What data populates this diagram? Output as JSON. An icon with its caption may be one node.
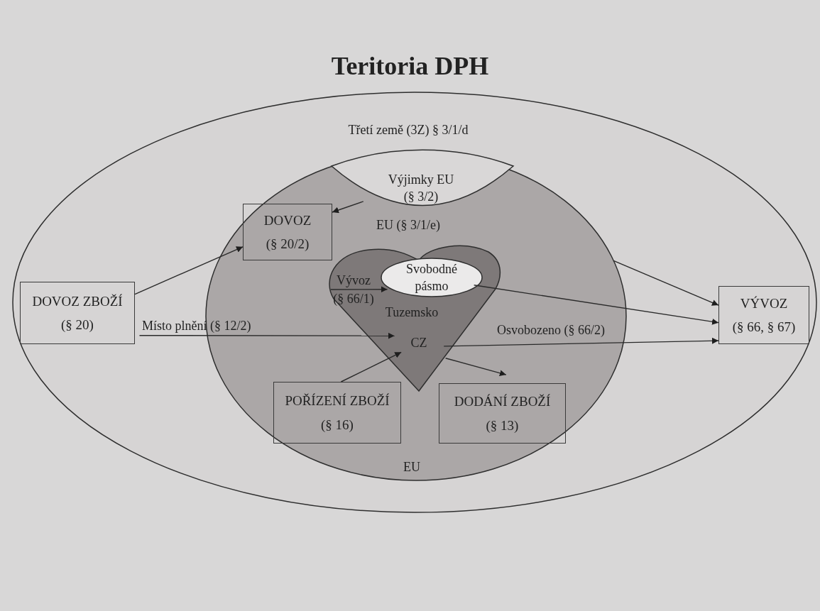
{
  "diagram": {
    "title": "Teritoria DPH",
    "nodes": [
      {
        "text": [
          "Třetí země (3Z) § 3/1/d"
        ]
      },
      {
        "text": [
          "EU (§ 3/1/e)",
          "EU"
        ],
        "in": 0
      },
      {
        "text": [
          "Výjimky EU (§ 3/2)"
        ],
        "in": 1
      },
      {
        "text": [
          "DOVOZ",
          "(§ 20/2)"
        ],
        "in": 1
      },
      {
        "text": [
          "Tuzemsko",
          "CZ"
        ],
        "in": 1
      },
      {
        "text": [
          "Svobodné pásmo"
        ],
        "in": 4
      },
      {
        "text": [
          "DOVOZ ZBOŽÍ",
          "(§ 20)"
        ],
        "in": 0
      },
      {
        "text": [
          "VÝVOZ",
          "(§ 66, § 67)"
        ],
        "in": 0
      },
      {
        "text": [
          "POŘÍZENÍ ZBOŽÍ",
          "(§ 16)"
        ],
        "in": 1
      },
      {
        "text": [
          "DODÁNÍ ZBOŽÍ",
          "(§ 13)"
        ],
        "in": 1
      }
    ],
    "edges": [
      {
        "from": 2,
        "to": 3,
        "arrow": "to"
      },
      {
        "from": 6,
        "to": 3,
        "arrow": "to"
      },
      {
        "from": 6,
        "to": 4,
        "arrow": "to",
        "label": "Místo plnění (§ 12/2)"
      },
      {
        "from": null,
        "to": 5,
        "arrow": "to",
        "label": "Vývoz (§ 66/1)"
      },
      {
        "from": 8,
        "to": 4,
        "arrow": "to"
      },
      {
        "from": 4,
        "to": 9,
        "arrow": "to"
      },
      {
        "from": 4,
        "to": 7,
        "arrow": "to",
        "label": "Osvobozeno (§ 66/2)"
      },
      {
        "from": 5,
        "to": 7,
        "arrow": "to"
      },
      {
        "from": 1,
        "to": 7,
        "arrow": "to"
      }
    ]
  }
}
